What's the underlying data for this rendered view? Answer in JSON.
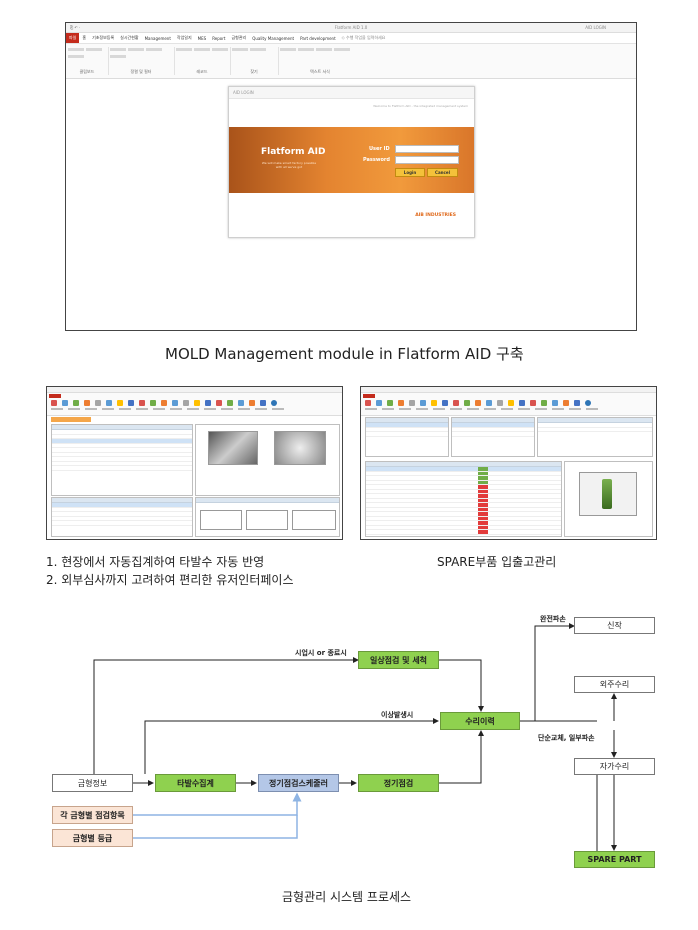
{
  "top_screenshot": {
    "window_title": "Flatform AID 1.0",
    "window_user": "AID LOGIN",
    "quick_access": "⎘ ↶ ·",
    "menu_tabs": [
      "파일",
      "홈",
      "기초정보등록",
      "실시간현황",
      "Management",
      "작업일지",
      "MES",
      "Report",
      "금형관리",
      "Quality Management",
      "Part development",
      "◇ 수행 작업을 입력하세요"
    ],
    "ribbon_groups": [
      "클립보드",
      "정렬 및 필터",
      "레코드",
      "찾기",
      "텍스트 서식"
    ],
    "login": {
      "header": "AID LOGIN",
      "subheader": "Welcome to Flatform AID - the integrated management system",
      "brand": "Flatform AID",
      "brand_sub": "We will make smart factory possible with all we've got",
      "user_id_label": "User ID",
      "password_label": "Password",
      "login_button": "Login",
      "cancel_button": "Cancel",
      "company": "AIB INDUSTRIES"
    }
  },
  "captions": {
    "top": "MOLD Management module in Flatform AID 구축",
    "left_line1": "1. 현장에서 자동집계하여 타발수 자동 반영",
    "left_line2": "2. 외부심사까지 고려하여 편리한 유저인터페이스",
    "right": "SPARE부품 입출고관리",
    "bottom": "금형관리 시스템 프로세스"
  },
  "flow": {
    "nodes": {
      "mold_info": "금형정보",
      "shot_count": "타발수집계",
      "pm_schedule": "정기점검스케줄러",
      "periodic_check": "정기점검",
      "daily_check": "일상점검 및 세척",
      "repair_history": "수리이력",
      "new_make": "신작",
      "outsource_repair": "외주수리",
      "self_repair": "자가수리",
      "spare_part": "SPARE PART",
      "check_items": "각 금형별 점검항목",
      "grade": "금형별 등급"
    },
    "edge_labels": {
      "start_end": "시업시 or 종료시",
      "abnormal": "이상발생시",
      "full_damage": "완전파손",
      "partial": "단순교체, 일부파손"
    },
    "colors": {
      "process_green": "#8fd14f",
      "scheduler_blue": "#b4c7e7",
      "input_peach": "#fbe5d6",
      "arrow_dark": "#222222",
      "arrow_blue": "#8eb4e3"
    }
  }
}
